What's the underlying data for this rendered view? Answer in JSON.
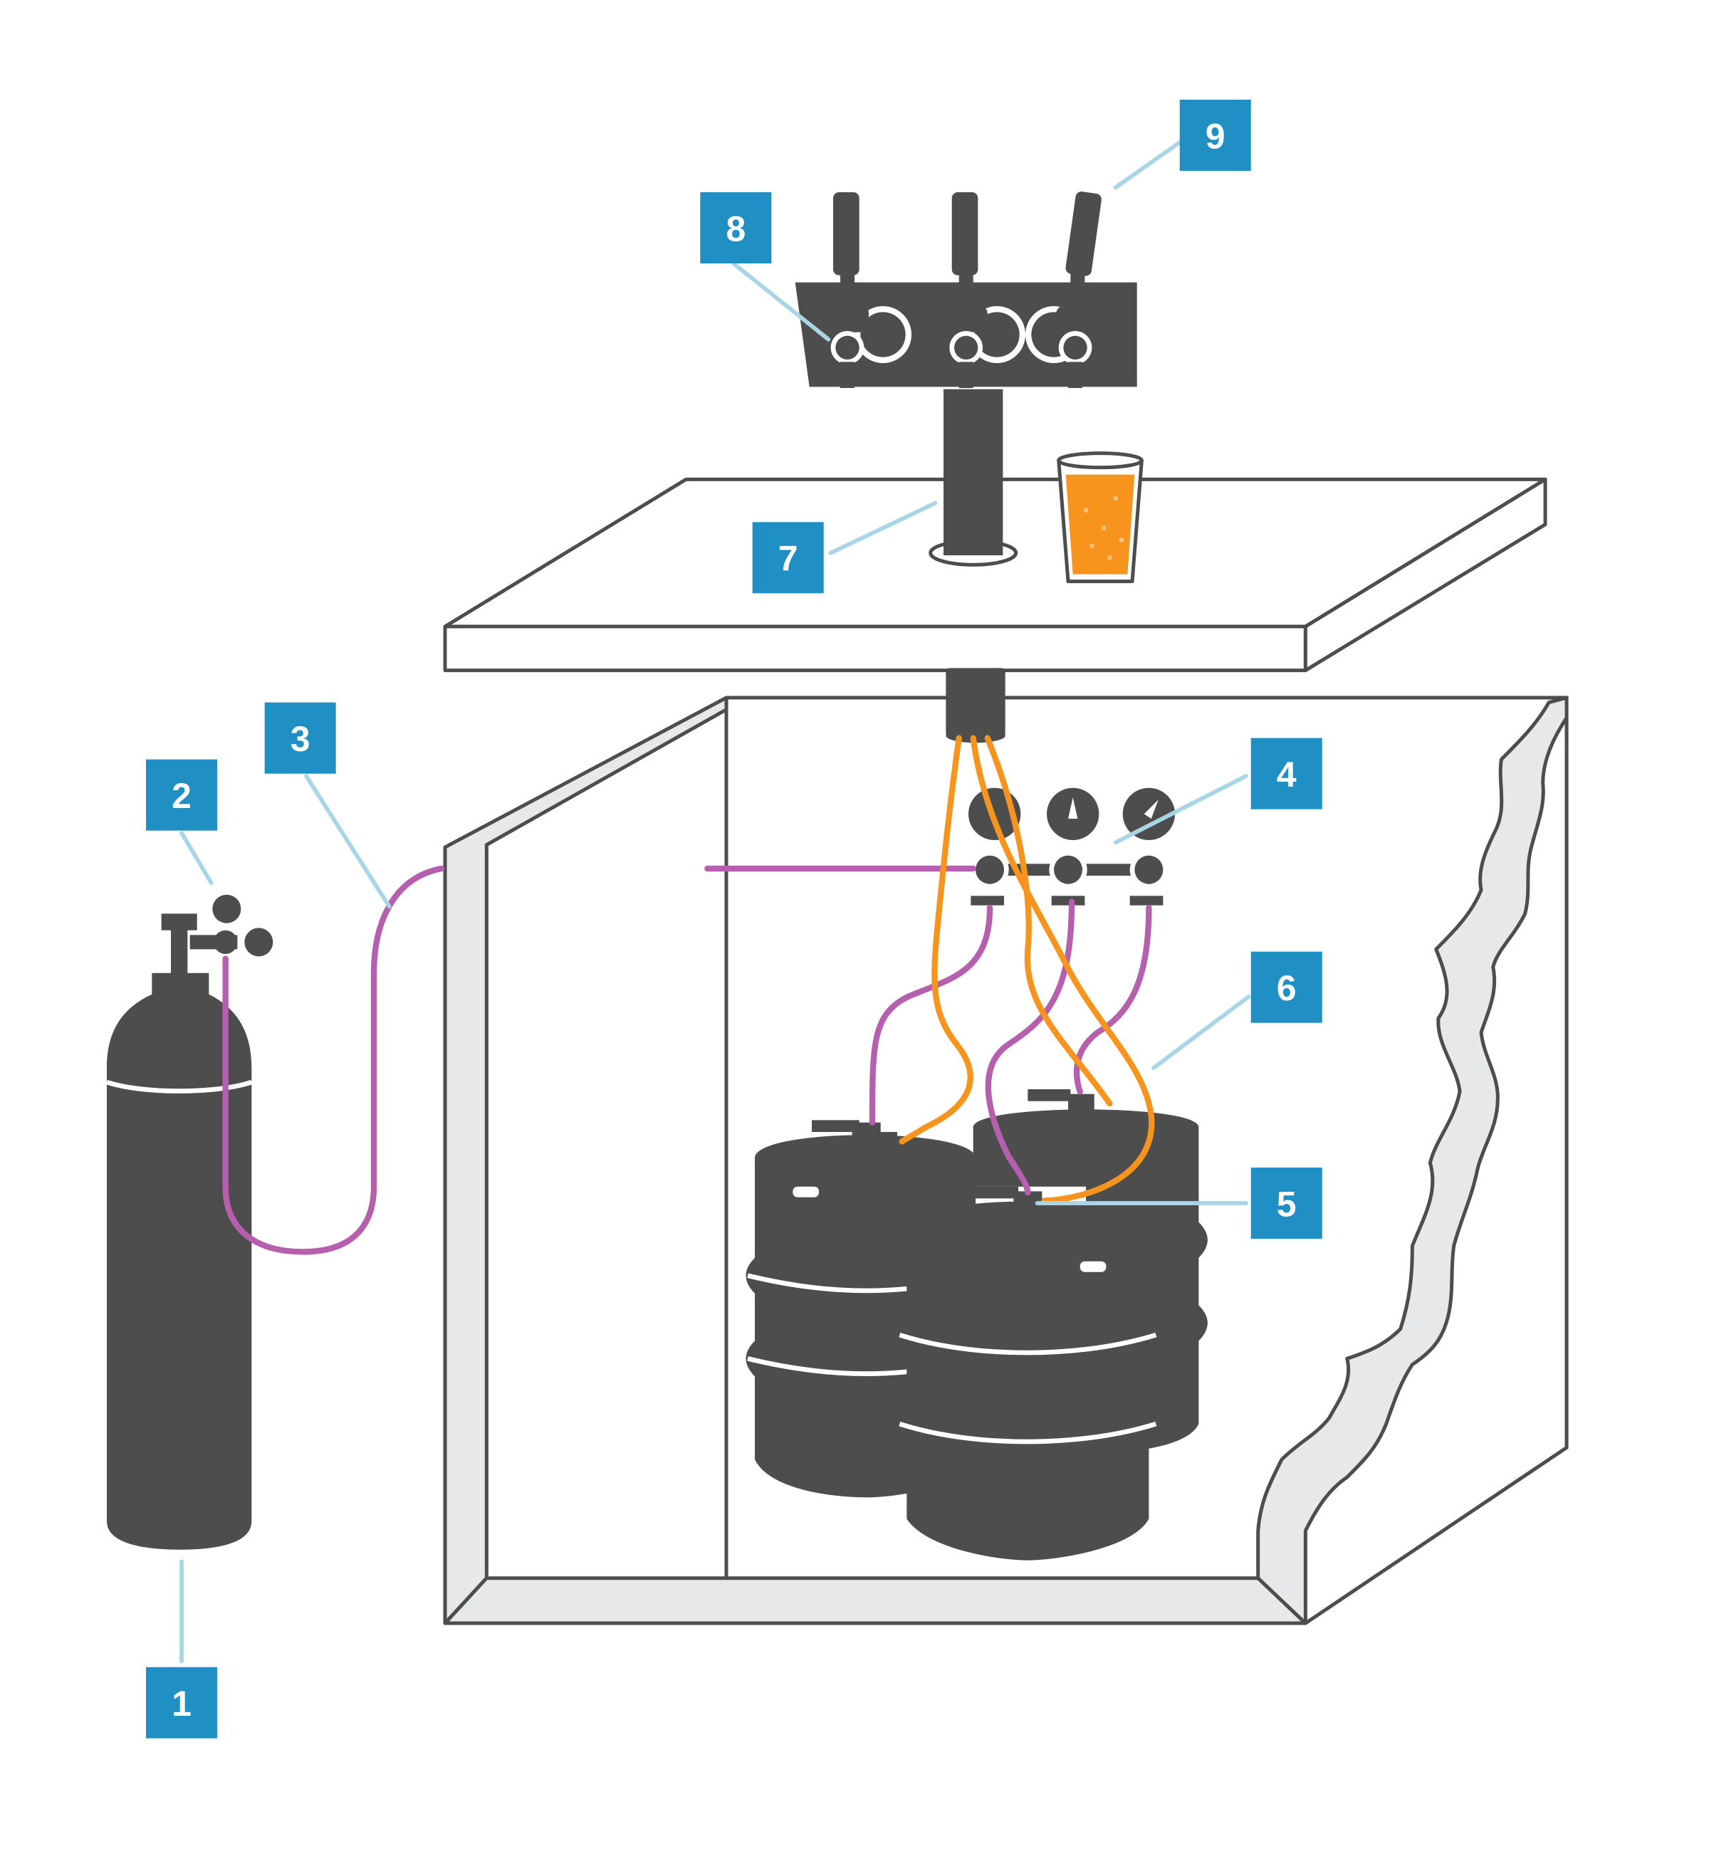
{
  "colors": {
    "callout_box": "#1f8fc4",
    "leader": "#a9d6e6",
    "equipment": "#4d4d4d",
    "gas_line": "#b55fae",
    "beer_line": "#f7941d",
    "cabinet_wall": "#e7e8e9"
  },
  "callouts": [
    {
      "id": "1",
      "label": "1"
    },
    {
      "id": "2",
      "label": "2"
    },
    {
      "id": "3",
      "label": "3"
    },
    {
      "id": "4",
      "label": "4"
    },
    {
      "id": "5",
      "label": "5"
    },
    {
      "id": "6",
      "label": "6"
    },
    {
      "id": "7",
      "label": "7"
    },
    {
      "id": "8",
      "label": "8"
    },
    {
      "id": "9",
      "label": "9"
    }
  ]
}
